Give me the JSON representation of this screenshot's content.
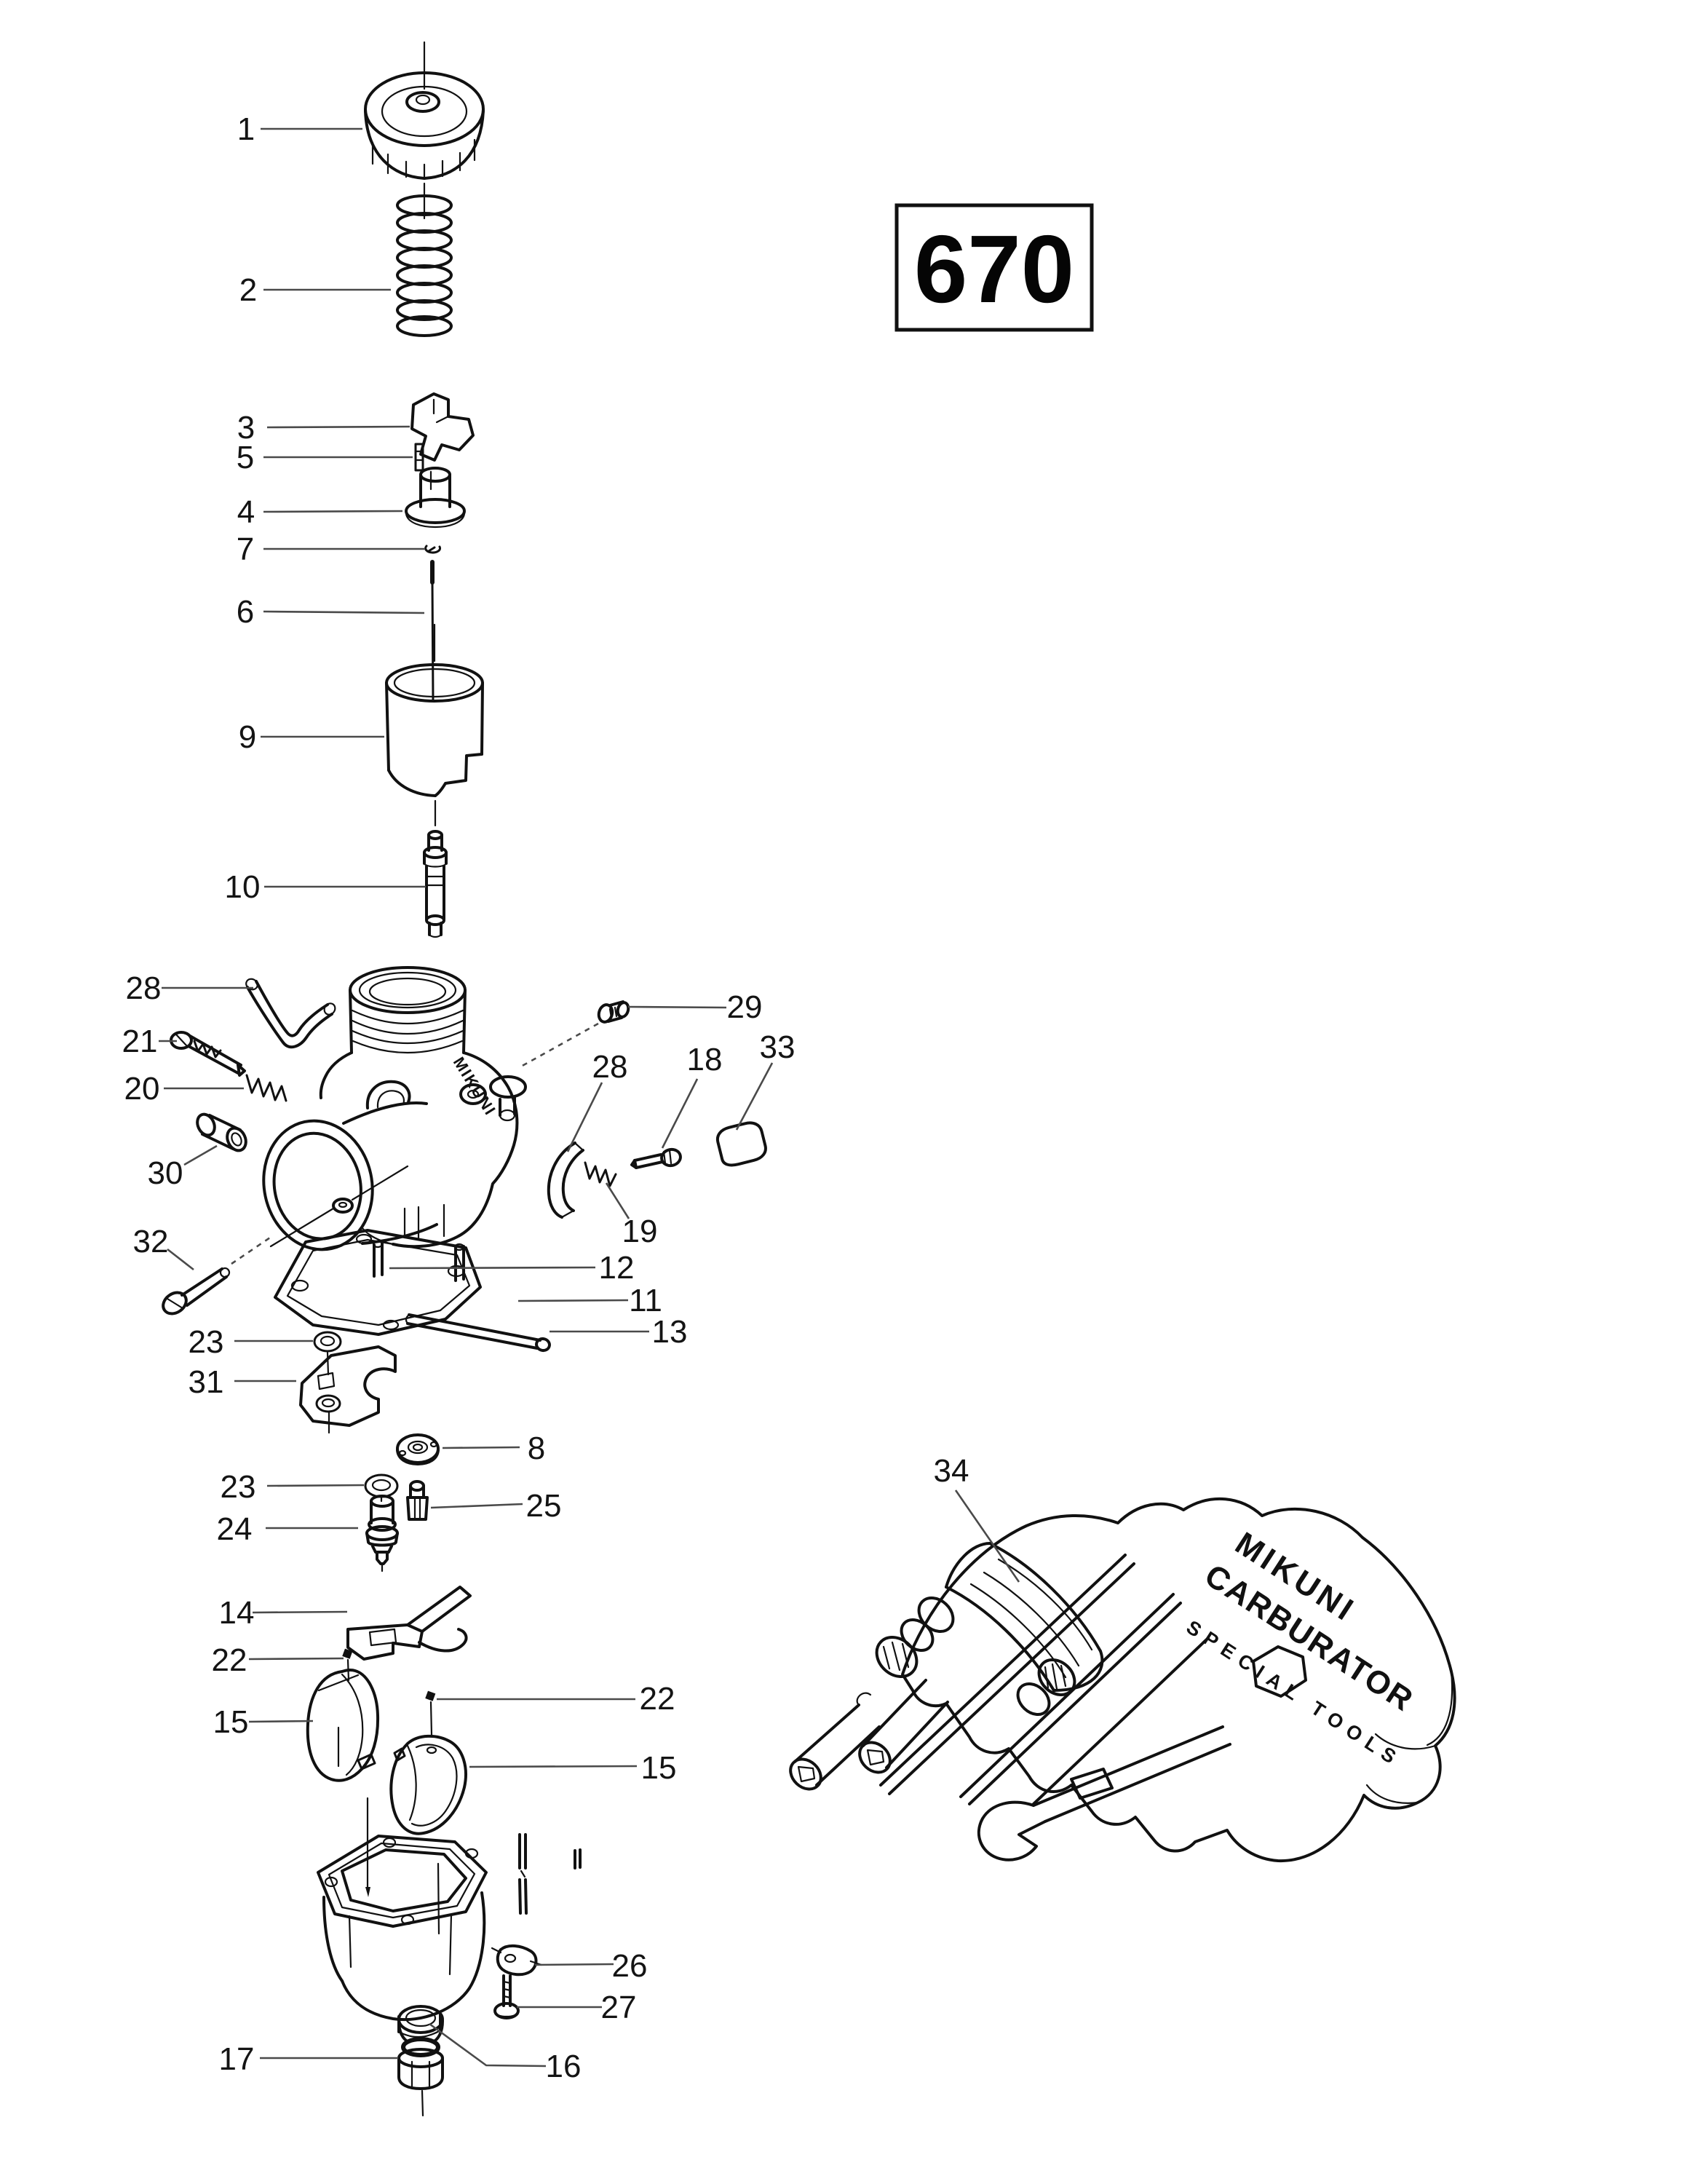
{
  "figure_badge": {
    "label": "670"
  },
  "carb_text": "MIKUNI",
  "pouch": {
    "line1": "MIKUNI",
    "line2": "CARBURATOR",
    "line3": "SPECIAL TOOLS"
  },
  "callouts": [
    {
      "n": "1"
    },
    {
      "n": "2"
    },
    {
      "n": "3"
    },
    {
      "n": "5"
    },
    {
      "n": "4"
    },
    {
      "n": "7"
    },
    {
      "n": "6"
    },
    {
      "n": "9"
    },
    {
      "n": "10"
    },
    {
      "n": "28"
    },
    {
      "n": "21"
    },
    {
      "n": "20"
    },
    {
      "n": "29"
    },
    {
      "n": "28"
    },
    {
      "n": "18"
    },
    {
      "n": "33"
    },
    {
      "n": "30"
    },
    {
      "n": "19"
    },
    {
      "n": "32"
    },
    {
      "n": "12"
    },
    {
      "n": "11"
    },
    {
      "n": "13"
    },
    {
      "n": "23"
    },
    {
      "n": "31"
    },
    {
      "n": "8"
    },
    {
      "n": "23"
    },
    {
      "n": "24"
    },
    {
      "n": "25"
    },
    {
      "n": "14"
    },
    {
      "n": "22"
    },
    {
      "n": "15"
    },
    {
      "n": "22"
    },
    {
      "n": "15"
    },
    {
      "n": "34"
    },
    {
      "n": "26"
    },
    {
      "n": "27"
    },
    {
      "n": "16"
    },
    {
      "n": "17"
    }
  ],
  "colors": {
    "line": "#111111",
    "leader": "#4a4a4a",
    "background": "#ffffff"
  }
}
